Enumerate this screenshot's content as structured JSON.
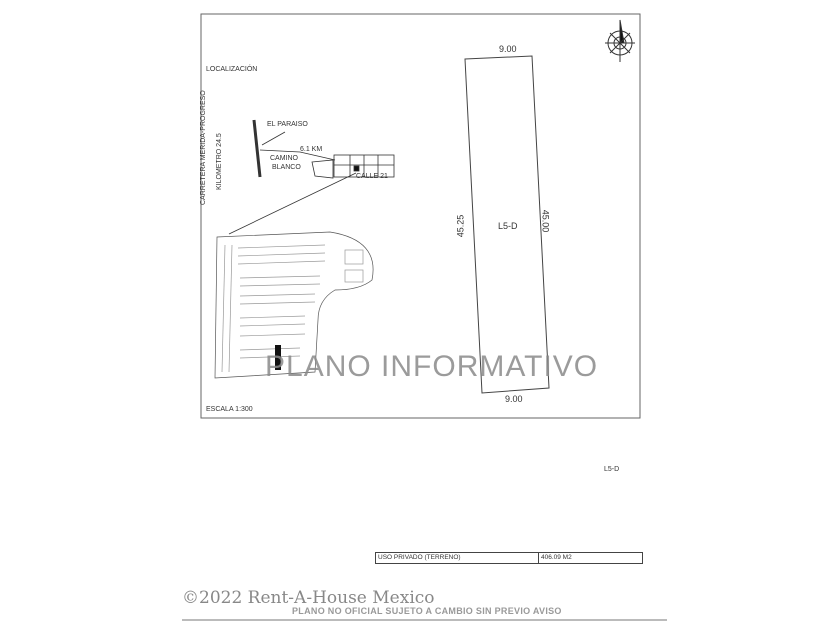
{
  "plan": {
    "location_label": "LOCALIZACIÓN",
    "highway_label": "CARRETERA MERIDA-PROGRESO",
    "km_label": "KILOMETRO 24.5",
    "town_label": "EL PARAISO",
    "distance_label": "6.1 KM",
    "road_label_1": "CAMINO",
    "road_label_2": "BLANCO",
    "street_label": "CALLE 21",
    "scale_label": "ESCALA 1:300",
    "watermark": "PLANO INFORMATIVO"
  },
  "lot": {
    "id": "L5-D",
    "top_dim": "9.00",
    "bottom_dim": "9.00",
    "left_dim": "45.25",
    "right_dim": "45.00"
  },
  "lot_caption": "L5-D",
  "area_table": {
    "label": "USO PRIVADO (TERRENO)",
    "value": "406.09 M2"
  },
  "footer": {
    "copyright": "©2022 Rent-A-House Mexico",
    "notice": "PLANO NO OFICIAL SUJETO A CAMBIO SIN PREVIO AVISO"
  },
  "colors": {
    "line": "#333333",
    "watermark": "#8a8a8a"
  }
}
